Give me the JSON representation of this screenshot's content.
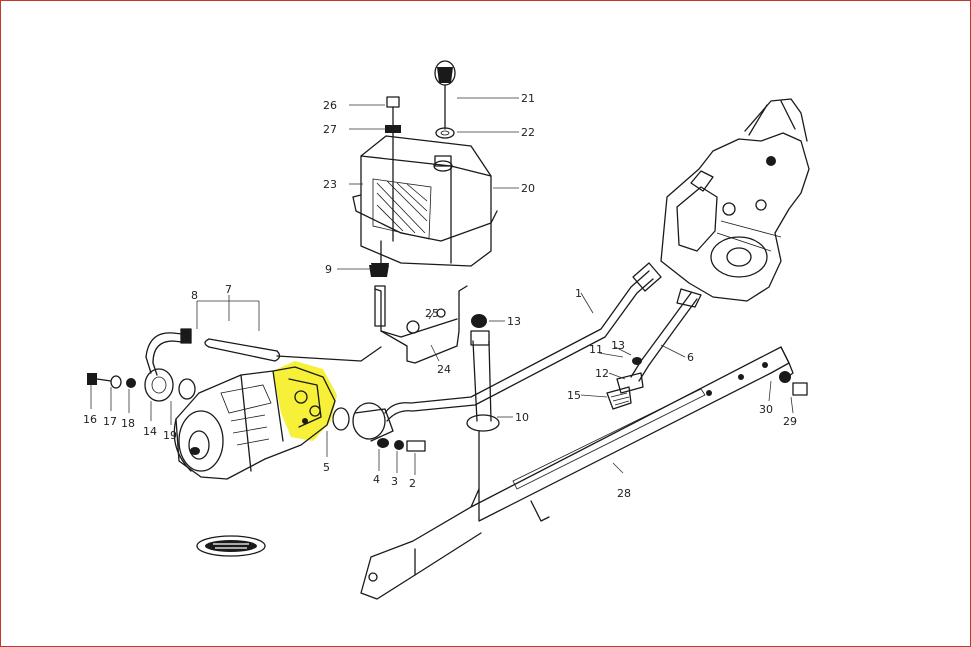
{
  "diagram": {
    "highlight_color": "#f5ef1c",
    "frame_color": "#c0392b",
    "labels": [
      "1",
      "2",
      "3",
      "4",
      "5",
      "6",
      "7",
      "8",
      "9",
      "10",
      "11",
      "12",
      "13",
      "13",
      "14",
      "15",
      "16",
      "17",
      "18",
      "19",
      "20",
      "21",
      "22",
      "23",
      "24",
      "25",
      "26",
      "27",
      "28",
      "29",
      "30"
    ]
  }
}
